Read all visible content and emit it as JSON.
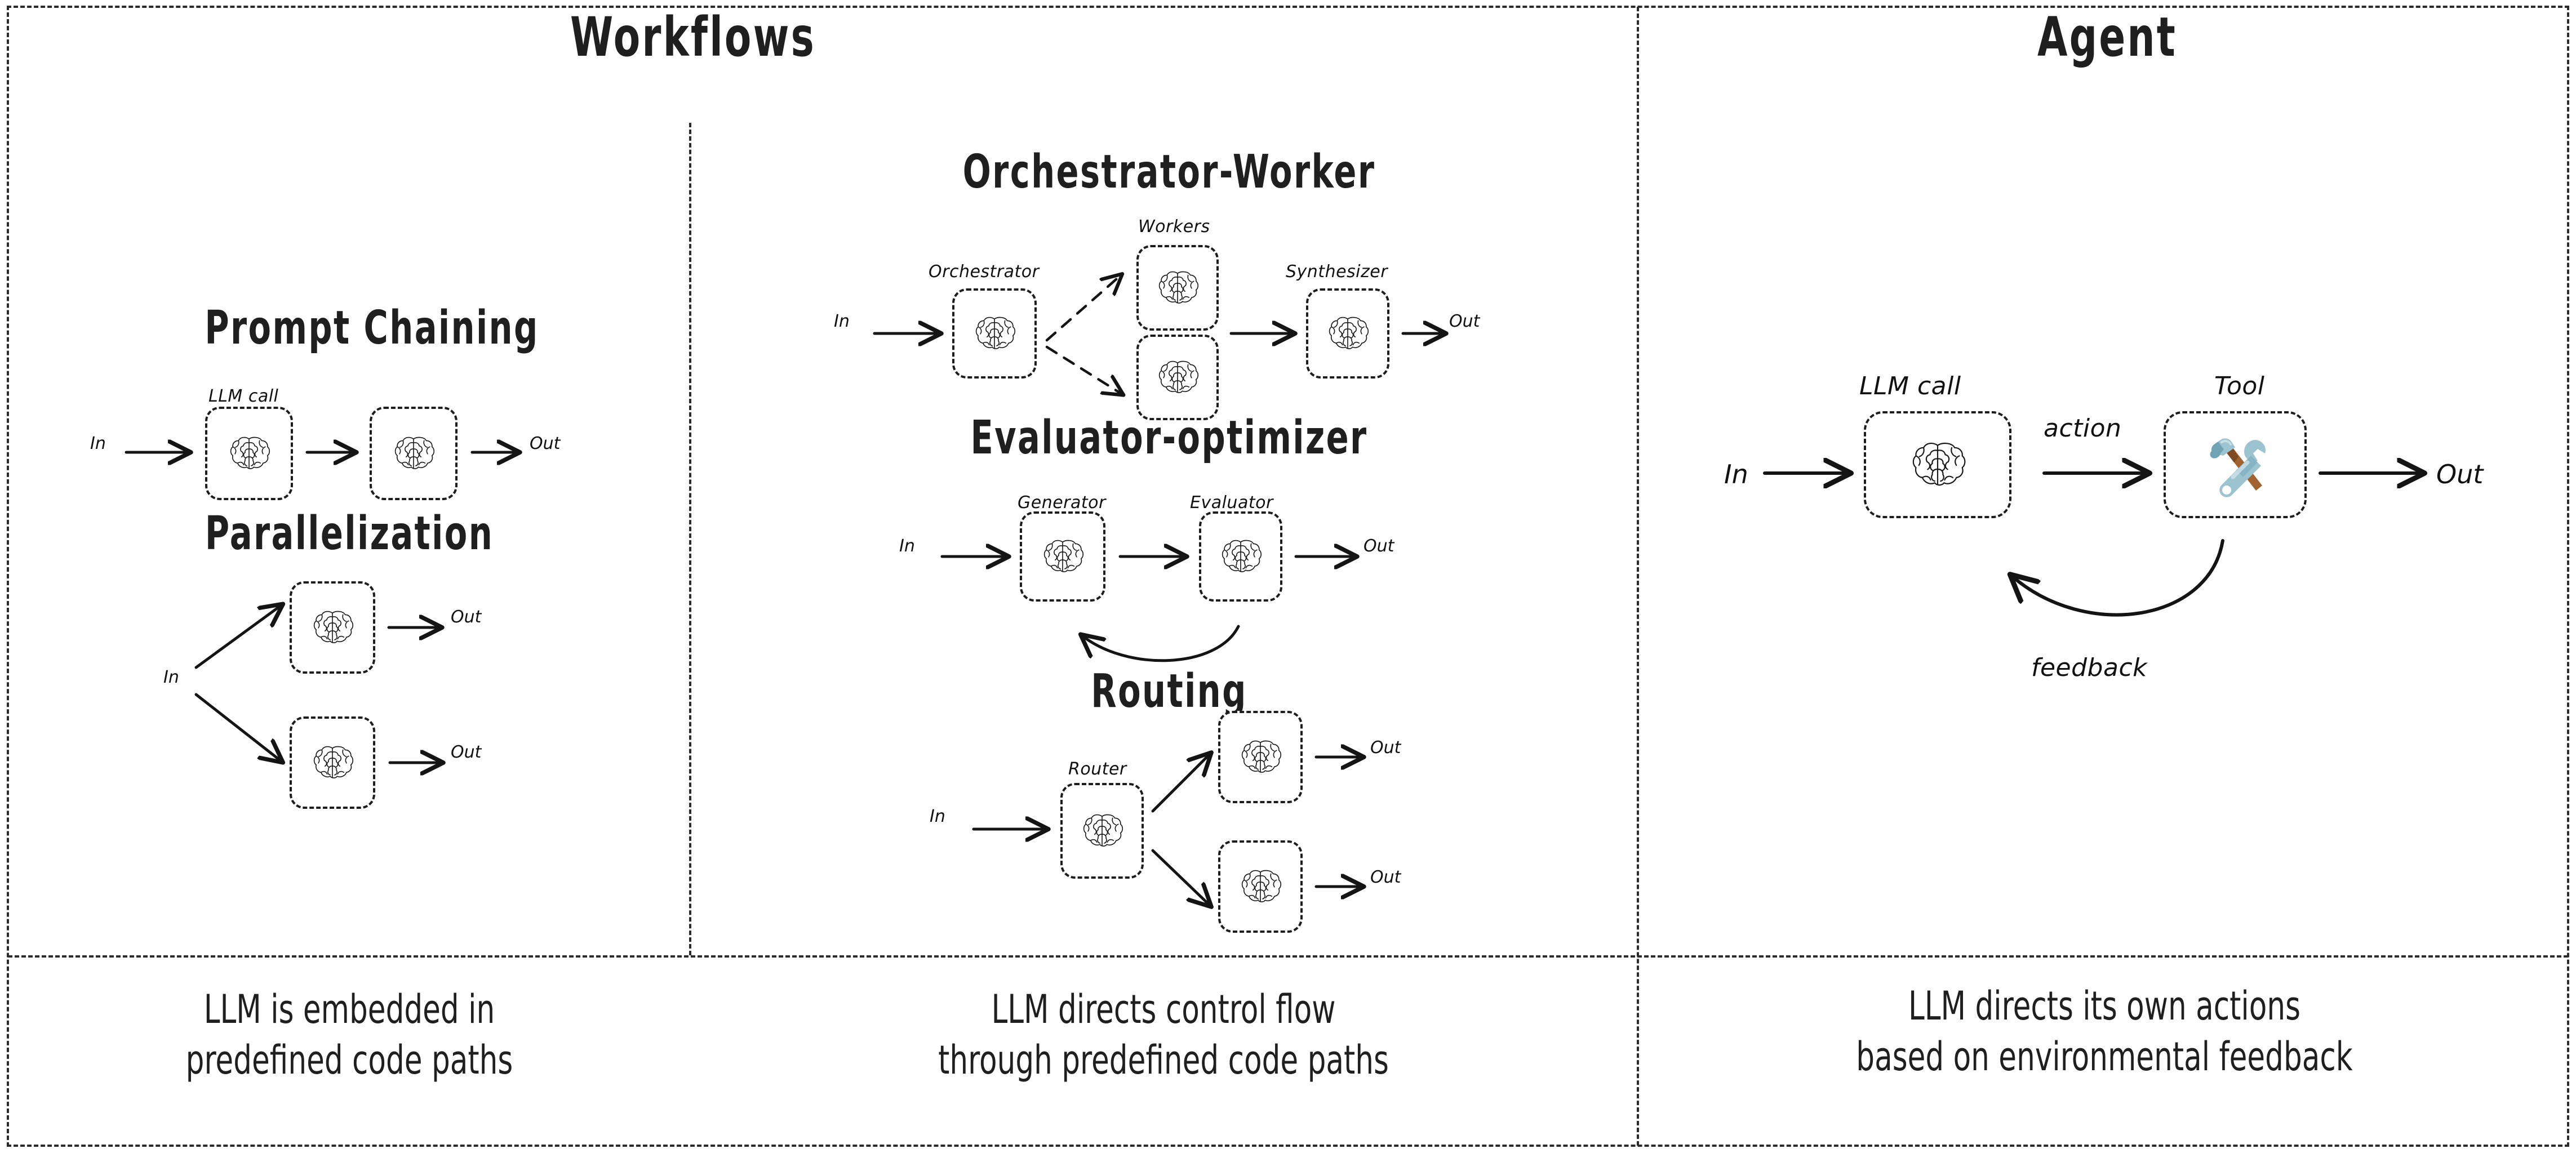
{
  "headers": [
    {
      "label": "Workflows"
    },
    {
      "label": "Agent"
    }
  ],
  "patterns": {
    "prompt_chaining": {
      "title": "Prompt Chaining",
      "node_label": "LLM call",
      "in": "In",
      "out": "Out",
      "nodes": [
        "brain-icon",
        "brain-icon"
      ]
    },
    "parallelization": {
      "title": "Parallelization",
      "in": "In",
      "out_top": "Out",
      "out_bottom": "Out",
      "nodes": [
        "brain-icon",
        "brain-icon"
      ]
    },
    "orchestrator_worker": {
      "title": "Orchestrator-Worker",
      "orchestrator_label": "Orchestrator",
      "workers_label": "Workers",
      "synthesizer_label": "Synthesizer",
      "in": "In",
      "out": "Out",
      "nodes": [
        "brain-icon",
        "brain-icon",
        "brain-icon",
        "brain-icon"
      ]
    },
    "evaluator_optimizer": {
      "title": "Evaluator-optimizer",
      "generator_label": "Generator",
      "evaluator_label": "Evaluator",
      "in": "In",
      "out": "Out",
      "nodes": [
        "brain-icon",
        "brain-icon"
      ]
    },
    "routing": {
      "title": "Routing",
      "router_label": "Router",
      "in": "In",
      "out_top": "Out",
      "out_bottom": "Out",
      "nodes": [
        "brain-icon",
        "brain-icon",
        "brain-icon"
      ]
    },
    "agent": {
      "llm_label": "LLM call",
      "tool_label": "Tool",
      "action_label": "action",
      "feedback_label": "feedback",
      "in": "In",
      "out": "Out",
      "nodes": [
        "brain-icon",
        "hammer-and-wrench-icon"
      ]
    }
  },
  "captions": [
    {
      "line1": "LLM is embedded in",
      "line2": "predefined code paths"
    },
    {
      "line1": "LLM directs control flow",
      "line2": "through predefined code paths"
    },
    {
      "line1": "LLM directs its own actions",
      "line2": "based on environmental feedback"
    }
  ],
  "colors": {
    "ink": "#1f1f1f",
    "border": "#1d1d1d",
    "tool_metal": "#9cc3d0",
    "tool_metal_dark": "#6fa4b4",
    "tool_handle": "#a0622f",
    "tool_handle_dark": "#7e4a22",
    "background": "#ffffff"
  }
}
